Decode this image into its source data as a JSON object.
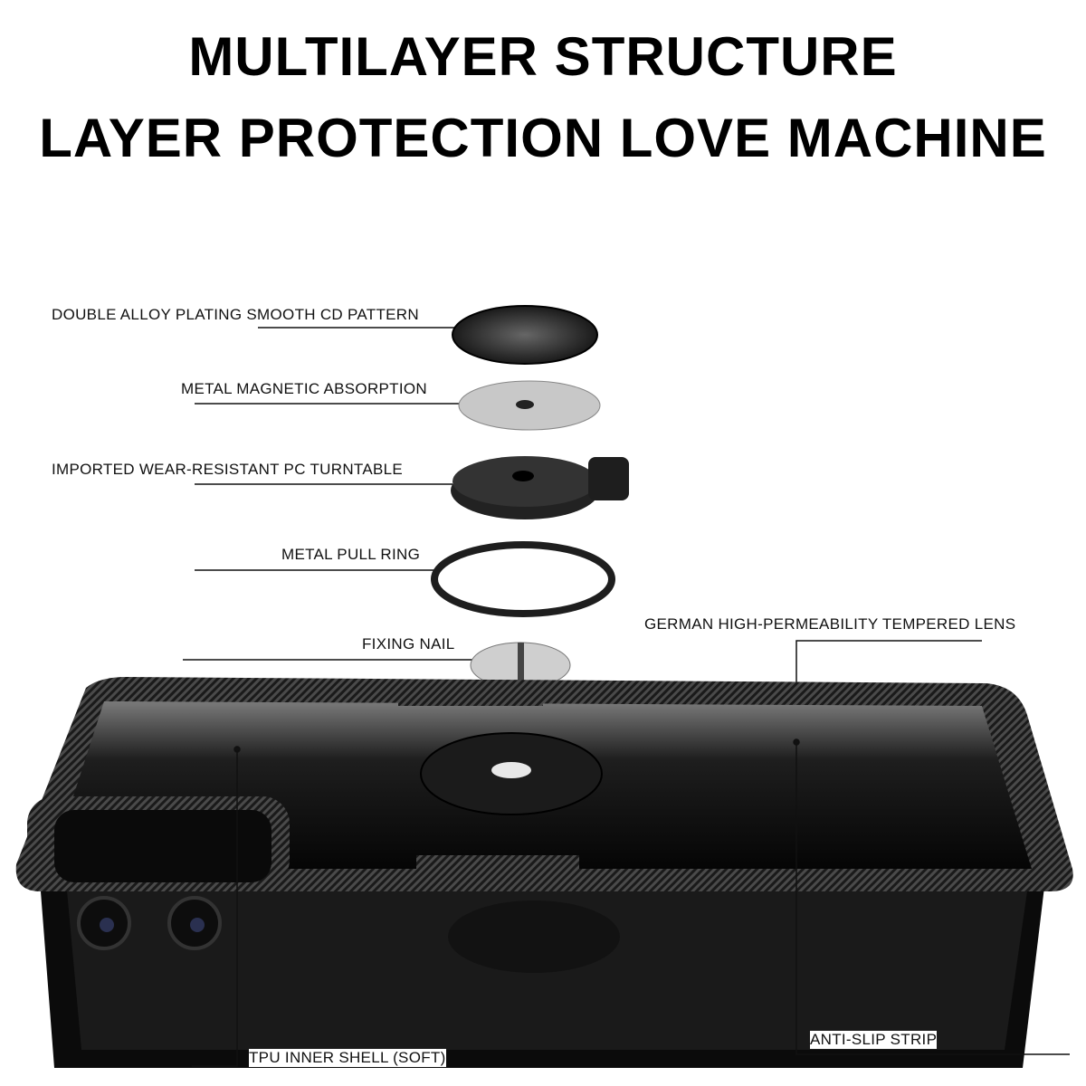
{
  "title": {
    "line1": "MULTILAYER STRUCTURE",
    "line2": "LAYER PROTECTION LOVE MACHINE"
  },
  "labels": {
    "cd_pattern": "DOUBLE ALLOY PLATING SMOOTH CD PATTERN",
    "magnetic": "METAL MAGNETIC ABSORPTION",
    "turntable": "IMPORTED WEAR-RESISTANT PC TURNTABLE",
    "pull_ring": "METAL PULL RING",
    "fixing_nail": "FIXING NAIL",
    "lens": "GERMAN HIGH-PERMEABILITY TEMPERED LENS",
    "anti_slip": "ANTI-SLIP STRIP",
    "tpu_shell": "TPU INNER SHELL (SOFT)"
  },
  "colors": {
    "case": "#111111",
    "carbon": "#3a3a3a",
    "metal": "#bdbdbd"
  }
}
